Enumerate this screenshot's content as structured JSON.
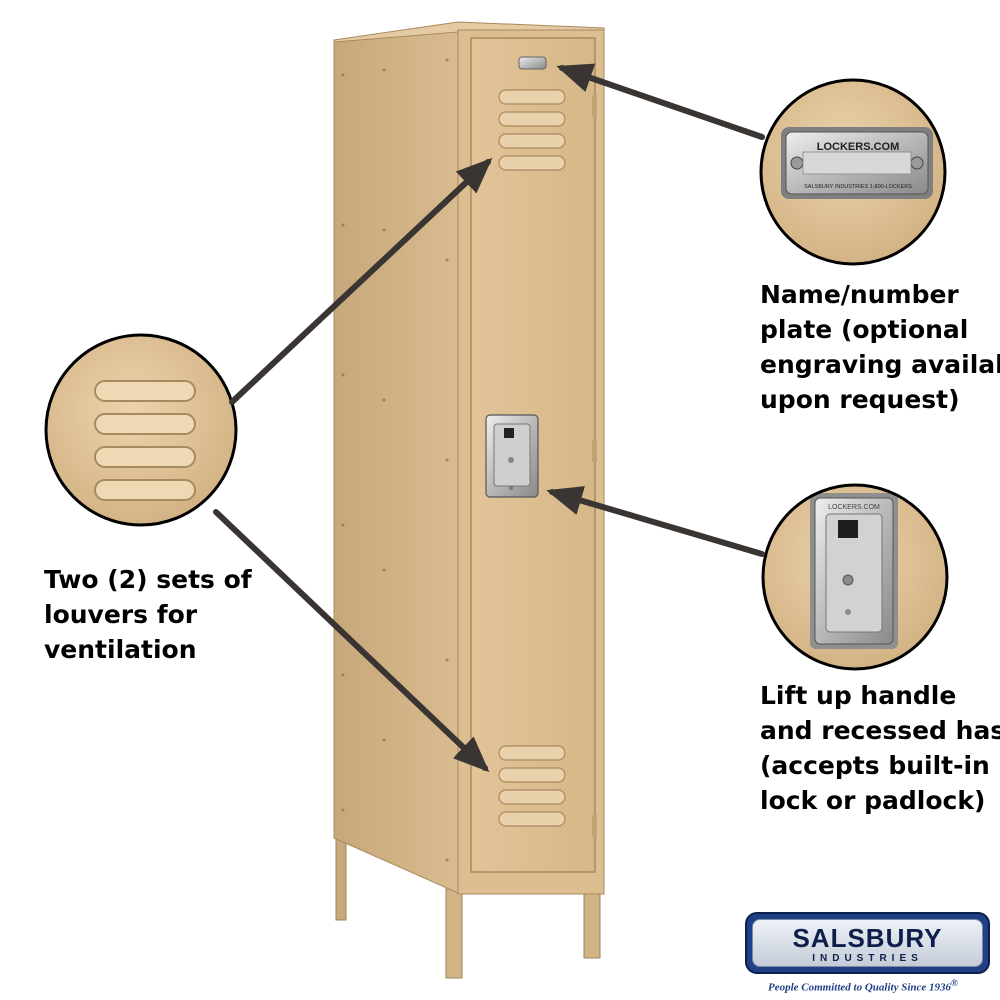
{
  "callouts": {
    "louvers": [
      "Two (2) sets of",
      "louvers for",
      "ventilation"
    ],
    "plate": [
      "Name/number",
      "plate (optional",
      "engraving available",
      "upon request)"
    ],
    "handle": [
      "Lift up handle",
      "and recessed hasp",
      "(accepts built-in",
      "lock or padlock)"
    ]
  },
  "plate_text": {
    "main": "LOCKERS.COM",
    "sub": "SALSBURY INDUSTRIES   1-800-LOCKERS"
  },
  "hasp_text": "LOCKERS.COM",
  "brand": {
    "name": "SALSBURY",
    "subtitle": "INDUSTRIES",
    "tagline": "People Committed to Quality Since 1936",
    "registered": "®"
  },
  "colors": {
    "locker_tan": "#d9b98a",
    "arrow": "#3a3532",
    "brand_blue": "#1f3f86"
  }
}
